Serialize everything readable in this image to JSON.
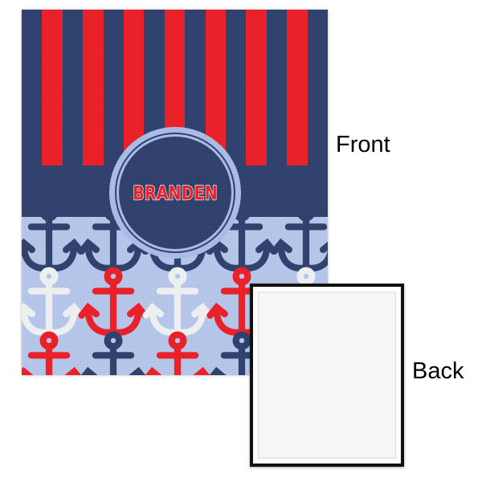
{
  "product": {
    "views": [
      {
        "id": "front",
        "label": "Front"
      },
      {
        "id": "back",
        "label": "Back"
      }
    ]
  },
  "front": {
    "personalization": {
      "name": "BRANDEN",
      "text_color": "#ec1c24",
      "outline_color": "#f2f4fb"
    },
    "design": {
      "name": "classic-anchor-stripes",
      "stripe_colors": [
        "#ec1c24",
        "#2b3d6b"
      ],
      "stripe_count": 15,
      "band_color": "#2b3d6b",
      "field_color": "#b6c7ec",
      "medallion_ring_color": "#aabde8",
      "medallion_fill_color": "#2b3d6b",
      "anchor_colors": [
        "#2b3d6b",
        "#ec1c24",
        "#f1f2f4"
      ]
    }
  },
  "back": {
    "border_color": "#111111",
    "fill_color": "#fdfdfd"
  }
}
